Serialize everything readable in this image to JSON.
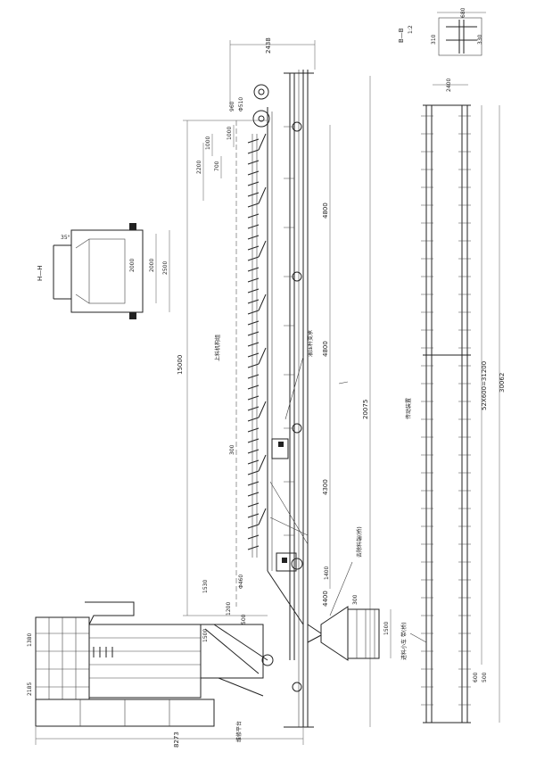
{
  "dimensions": {
    "top_width": "2438",
    "overall_length": "8273",
    "d_spacing": "2400",
    "phi_top": "Φ510",
    "d_960": "960",
    "d_1000": "1000",
    "d_2200": "2200",
    "d_700": "700",
    "d_4800a": "4800",
    "d_4800b": "4800",
    "d_4300": "4300",
    "d_4400": "4400",
    "d_15000": "15000",
    "d_20075": "20075",
    "d_30062": "30062",
    "d_52x600": "52X600=31200",
    "d_2500": "2500",
    "d_2000a": "2000",
    "d_2000b": "2000",
    "d_35": "35°",
    "d_500": "500",
    "d_1500": "1500",
    "d_1530": "1530",
    "d_1380": "1380",
    "d_2185": "2185",
    "d_2400b": "2400",
    "d_1400": "1400",
    "d_1500b": "1500",
    "phi_mid": "Φ460",
    "d_1200": "1200",
    "d_300": "300",
    "d_500b": "500",
    "d_300b": "300",
    "d_680": "680",
    "d_310": "310",
    "d_600": "600",
    "d_330": "330"
  },
  "section_labels": {
    "section_hh": "H—H",
    "section_bb": "B—B",
    "bb_scale": "1:2"
  },
  "annotations": {
    "note_a": "去除料端(桥)",
    "note_b": "维修平台",
    "note_c": "上料机构组",
    "note_d": "液压杆支承",
    "note_e": "进料小车 带(桥)",
    "note_f": "传动装置"
  }
}
